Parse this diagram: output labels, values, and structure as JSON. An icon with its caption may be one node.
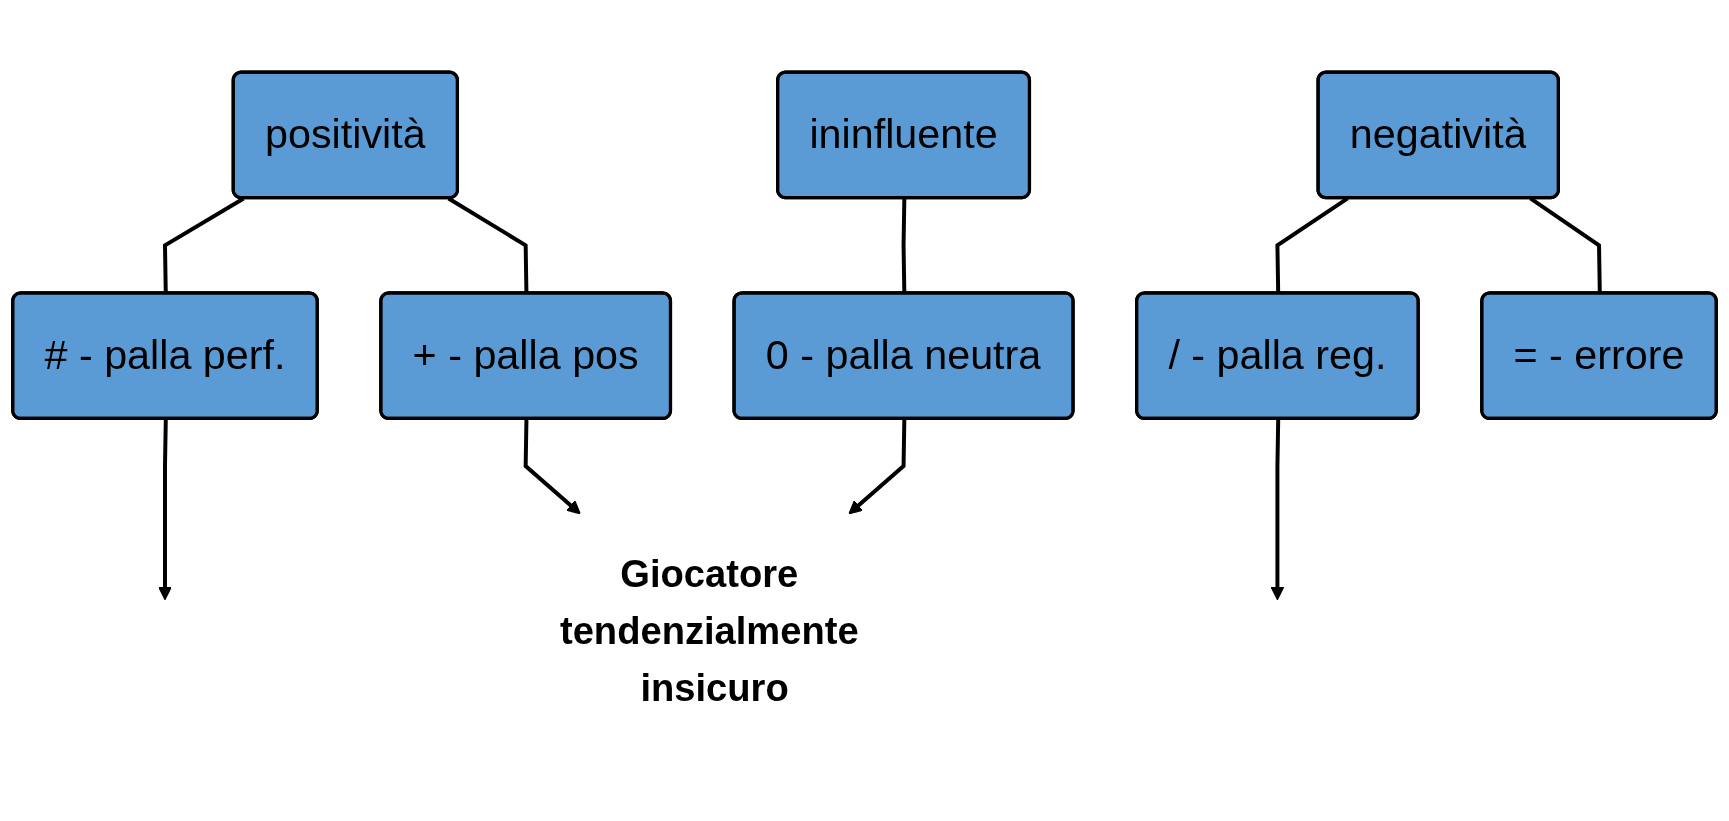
{
  "diagram": {
    "nodes": [
      {
        "text": [
          "positività"
        ]
      },
      {
        "text": [
          "ininfluente"
        ]
      },
      {
        "text": [
          "negatività"
        ]
      },
      {
        "text": [
          "# - palla perf."
        ]
      },
      {
        "text": [
          "+ - palla pos"
        ]
      },
      {
        "text": [
          "0 - palla neutra"
        ]
      },
      {
        "text": [
          "/ - palla reg."
        ]
      },
      {
        "text": [
          "= - errore"
        ]
      },
      {
        "text": [
          "Giocatore tendenzialmente insicuro"
        ]
      }
    ],
    "edges": [
      {
        "from": 0,
        "to": 3,
        "arrow": "none"
      },
      {
        "from": 0,
        "to": 4,
        "arrow": "none"
      },
      {
        "from": 1,
        "to": 5,
        "arrow": "none"
      },
      {
        "from": 2,
        "to": 6,
        "arrow": "none"
      },
      {
        "from": 2,
        "to": 7,
        "arrow": "none"
      },
      {
        "from": 3,
        "to": null,
        "arrow": "to"
      },
      {
        "from": 4,
        "to": 8,
        "arrow": "to"
      },
      {
        "from": 5,
        "to": 8,
        "arrow": "to"
      },
      {
        "from": 6,
        "to": null,
        "arrow": "to"
      }
    ]
  }
}
